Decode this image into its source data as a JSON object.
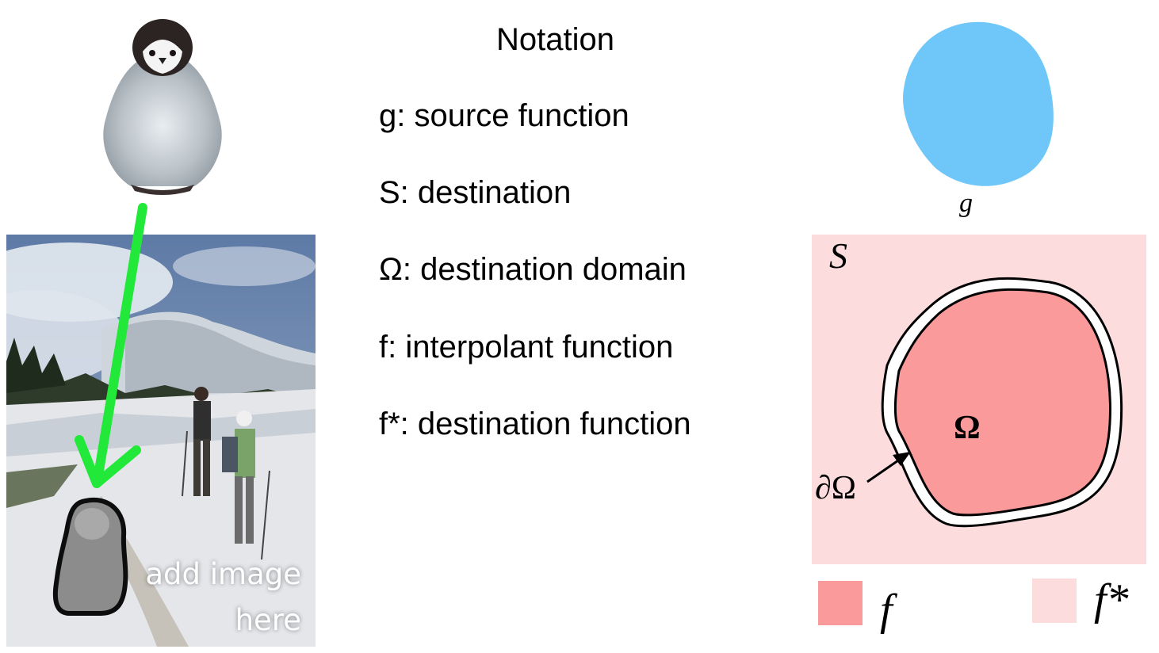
{
  "title": "Notation",
  "notation": [
    "g: source function",
    "S: destination",
    "Ω: destination domain",
    "f: interpolant function",
    "f*: destination function"
  ],
  "photo": {
    "caption_line1": "add image",
    "caption_line2": "here"
  },
  "diagram": {
    "g_label": "g",
    "S_label": "S",
    "omega_label": "Ω",
    "boundary_label": "∂Ω",
    "legend_f": "f",
    "legend_fstar": "f*"
  },
  "colors": {
    "source_blob": "#6ec6f9",
    "domain_fill": "#fa9a9a",
    "destination_fill": "#fcdcdc",
    "arrow_green": "#22e83a"
  }
}
